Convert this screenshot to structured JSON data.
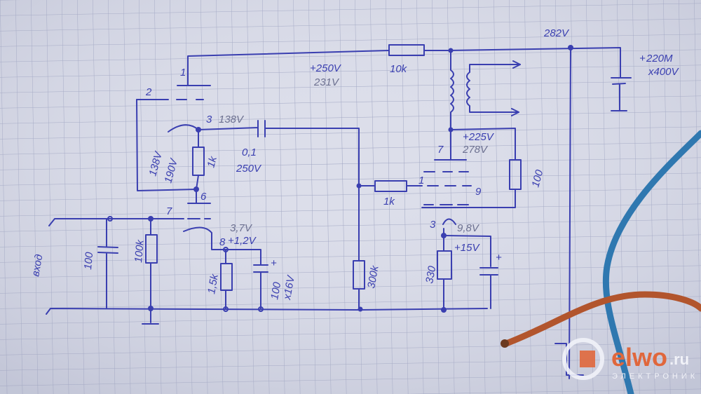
{
  "schematic": {
    "title_voltage": "282V",
    "anode_label": "+250V",
    "anode_measured": "231V",
    "anode_resistor": "10k",
    "filter_cap_value": "220M",
    "filter_cap_voltage": "x400V",
    "filter_cap_plus": "+",
    "pin1": "1",
    "pin2": "2",
    "pin3_top": "3",
    "pin3_voltage": "138V",
    "coupling_cap_value": "0,1",
    "coupling_cap_voltage": "250V",
    "cathode_resistor": "1k",
    "left_voltage_a": "138V",
    "left_voltage_b": "190V",
    "pin6": "6",
    "pin7_left": "7",
    "input_label": "вход",
    "input_cap": "100",
    "grid_resistor": "100k",
    "pin8": "8",
    "pin8_voltage_a": "3,7V",
    "pin8_voltage_b": "+1,2V",
    "cathode_resistor_2": "1,5k",
    "cathode_cap_value": "100",
    "cathode_cap_voltage": "x16V",
    "cathode_cap_plus": "+",
    "grid_leak": "300k",
    "grid_stopper": "1k",
    "pin1_right": "1",
    "pin9": "9",
    "pin7_right": "7",
    "screen_voltage": "+225V",
    "screen_measured": "278V",
    "screen_resistor": "100",
    "pin3_bottom": "3",
    "pin3_bottom_voltage": "9,8V",
    "cathode_voltage": "+15V",
    "cathode_resistor_3": "330",
    "cathode_cap_plus_2": "+"
  },
  "watermark": {
    "brand": "elwo",
    "tld": ".ru",
    "subtitle": "ЭЛЕКТРОНИК"
  }
}
